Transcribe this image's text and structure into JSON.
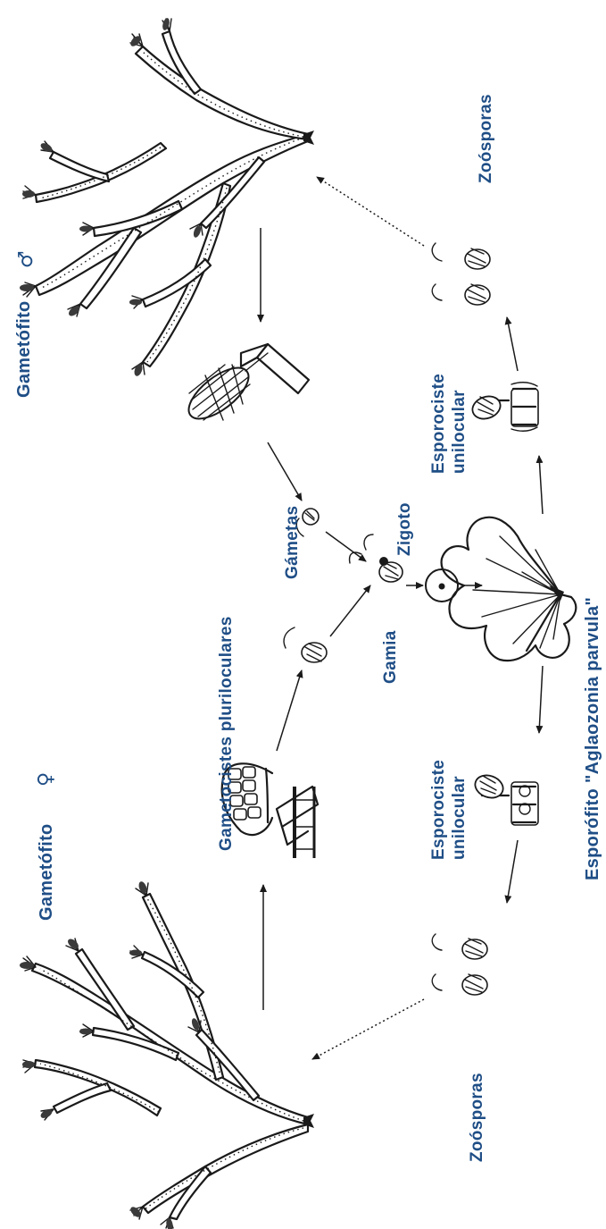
{
  "labels": {
    "gametofito_male": "Gametófito",
    "male_symbol": "♂",
    "gametofito_female": "Gametófito",
    "female_symbol": "♀",
    "gametocistes": "Gametocistes pluriloculares",
    "gametas": "Gámetas",
    "gamia": "Gamia",
    "zigoto": "Zigoto",
    "esporofito": "Esporófito \"Aglaozonia parvula\"",
    "esporociste_top": "Esporociste",
    "unilocular_top": "unilocular",
    "esporociste_bottom": "Esporociste",
    "unilocular_bottom": "unilocular",
    "zoosporas_top": "Zoósporas",
    "zoosporas_bottom": "Zoósporas"
  },
  "colors": {
    "label": "#1f4e86",
    "ink": "#1a1a1a"
  }
}
